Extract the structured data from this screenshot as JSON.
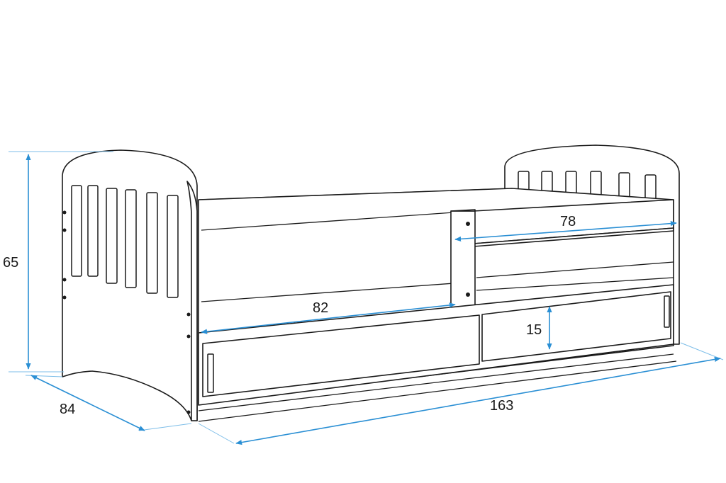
{
  "dimensions": {
    "height": "65",
    "depth": "84",
    "length": "163",
    "guard_length": "82",
    "rail_length": "78",
    "drawer_height": "15"
  },
  "units": "",
  "colors": {
    "dimension_line": "#2a8fd4",
    "outline": "#1a1a1a",
    "background": "#ffffff"
  }
}
